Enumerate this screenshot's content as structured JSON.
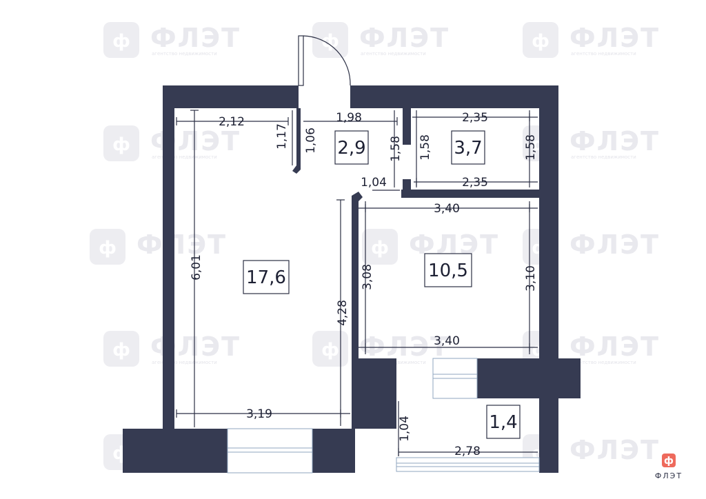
{
  "brand": {
    "name": "ФЛЭТ",
    "tagline": "агентство недвижимости",
    "logo_glyph": "ф",
    "logo_color": "#ee6a5c"
  },
  "colors": {
    "wall": "#363b52",
    "background": "#ffffff",
    "window": "#8fa6bf"
  },
  "rooms": {
    "living": {
      "area": "17,6"
    },
    "hall": {
      "area": "2,9"
    },
    "bath": {
      "area": "3,7"
    },
    "kitchen": {
      "area": "10,5"
    },
    "balcony": {
      "area": "1,4"
    }
  },
  "dimensions": {
    "living_top_width": "2,12",
    "living_top_height": "1,17",
    "living_height": "6,01",
    "living_inner_height": "4,28",
    "living_bottom_width": "3,19",
    "hall_width": "1,98",
    "hall_left_height": "1,06",
    "hall_right_height": "1,58",
    "hall_passage": "1,04",
    "bath_top_width": "2,35",
    "bath_left_height": "1,58",
    "bath_right_height": "1,58",
    "bath_bottom_width": "2,35",
    "kitchen_top_width": "3,40",
    "kitchen_left_height": "3,08",
    "kitchen_right_height": "3,10",
    "kitchen_bottom_width": "3,40",
    "balcony_height": "1,04",
    "balcony_width": "2,78"
  }
}
